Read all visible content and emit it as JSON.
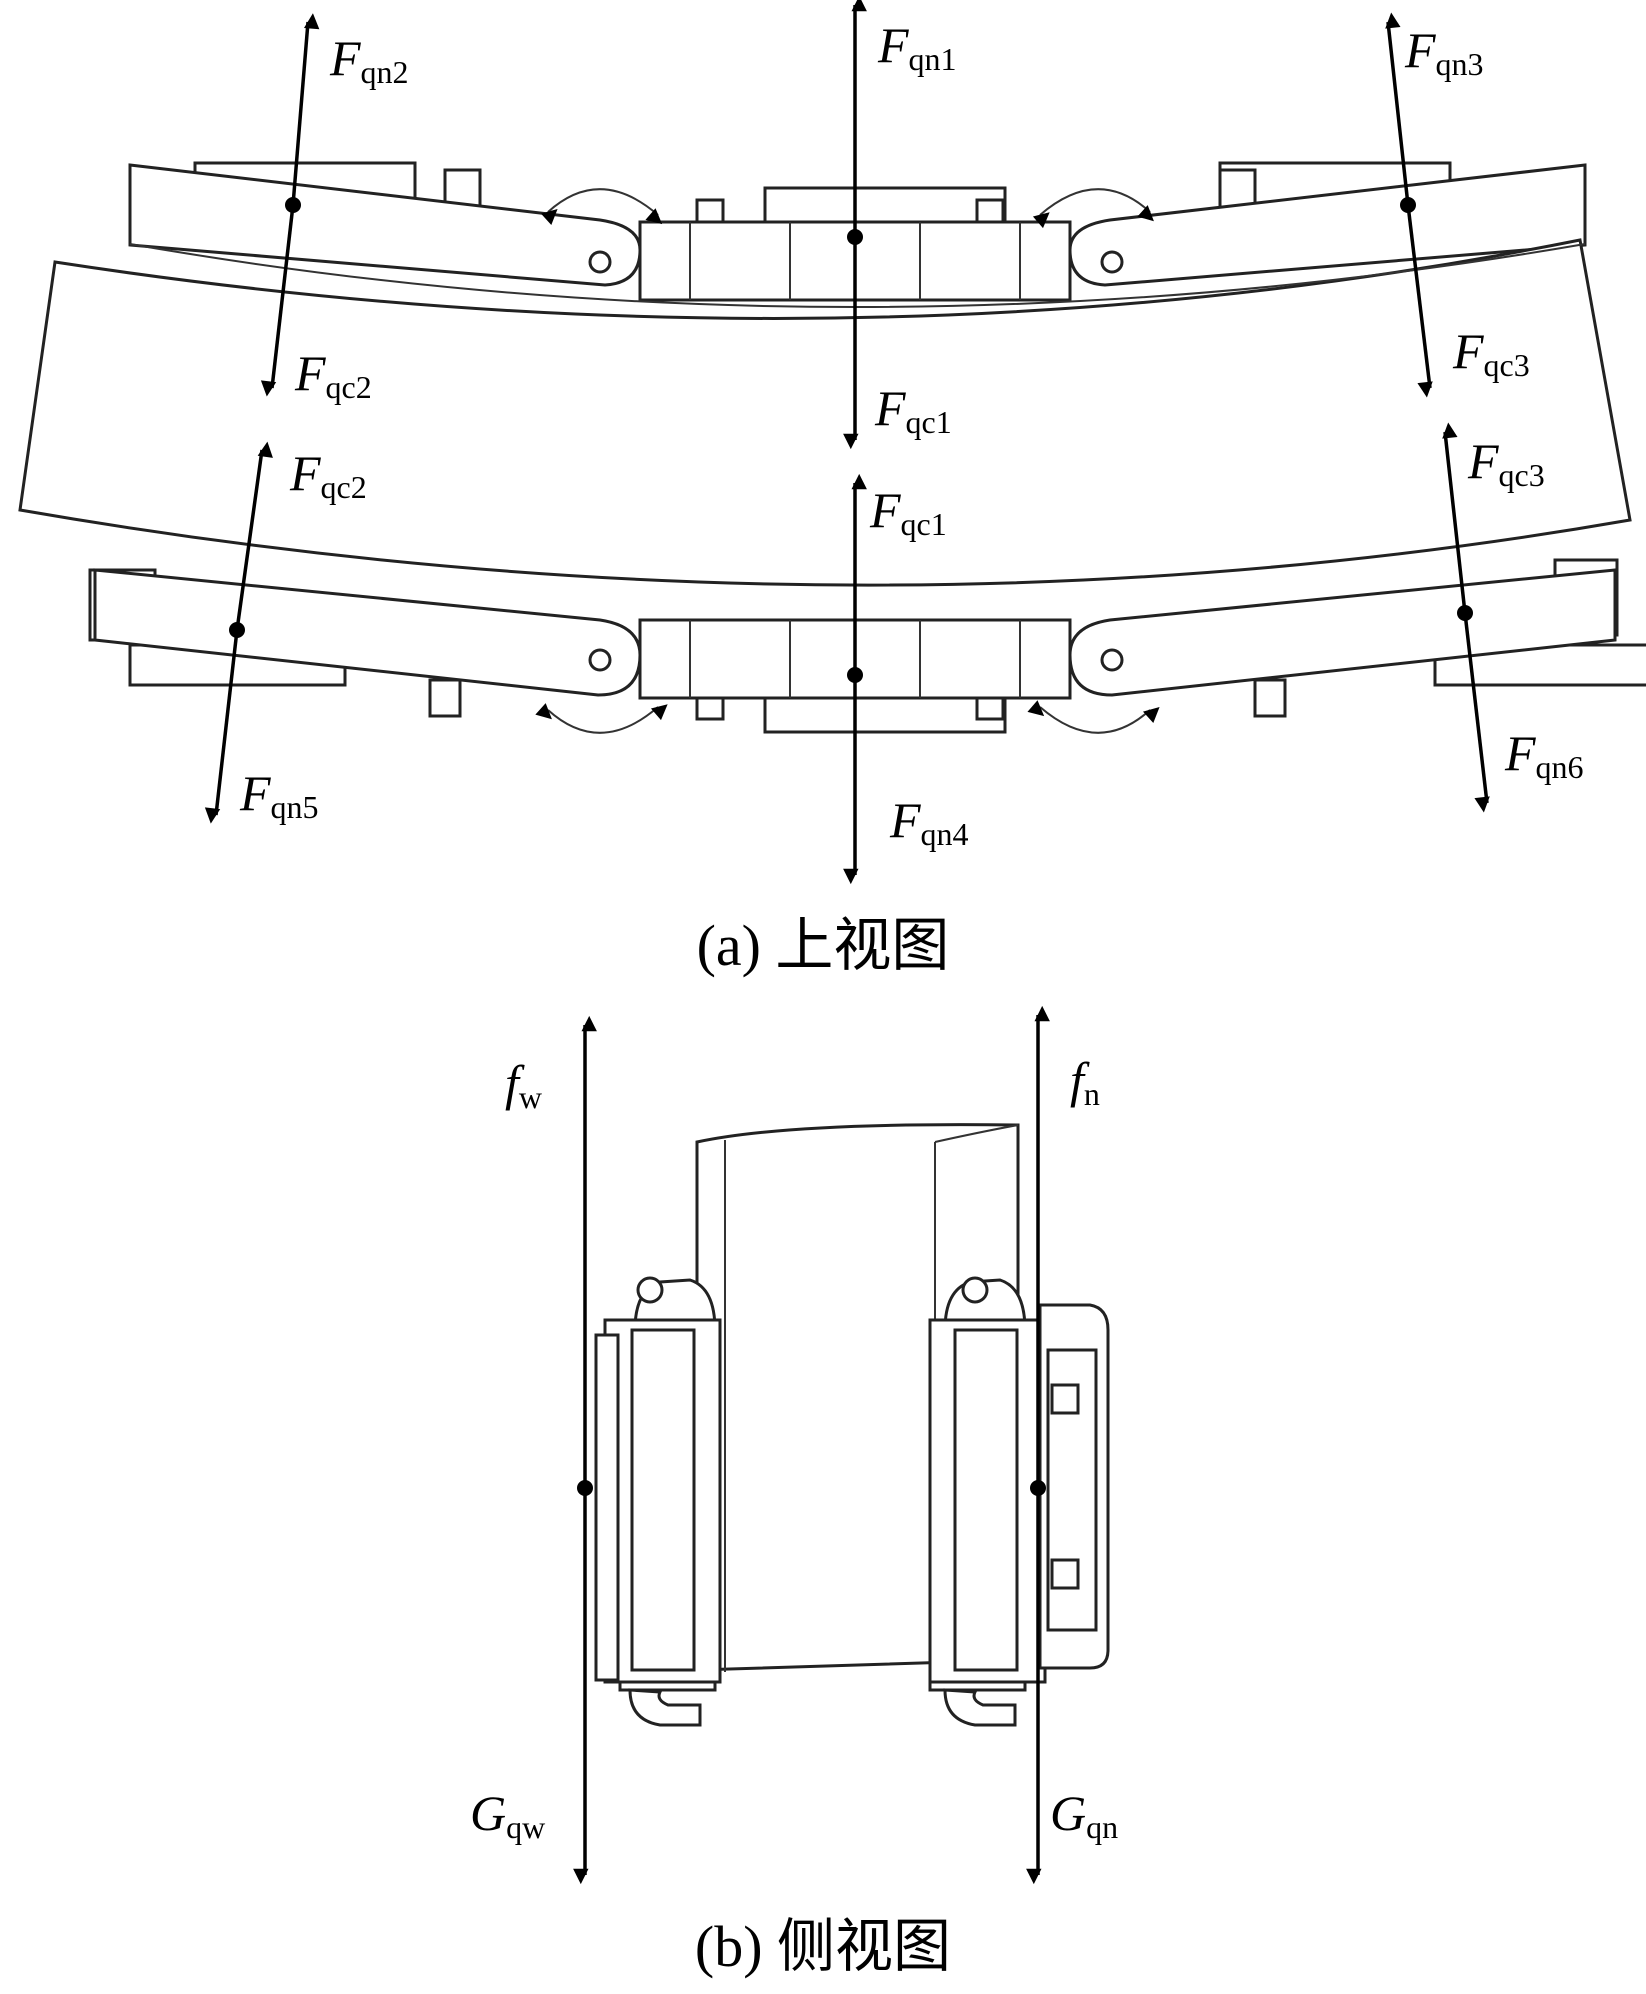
{
  "top_view": {
    "caption": "(a) 上视图",
    "forces": [
      {
        "id": "fqn2",
        "main": "F",
        "sub": "qn2"
      },
      {
        "id": "fqn1",
        "main": "F",
        "sub": "qn1"
      },
      {
        "id": "fqn3",
        "main": "F",
        "sub": "qn3"
      },
      {
        "id": "fqc2_upper",
        "main": "F",
        "sub": "qc2"
      },
      {
        "id": "fqc1_upper",
        "main": "F",
        "sub": "qc1"
      },
      {
        "id": "fqc3_upper",
        "main": "F",
        "sub": "qc3"
      },
      {
        "id": "fqc2_lower",
        "main": "F",
        "sub": "qc2"
      },
      {
        "id": "fqc1_lower",
        "main": "F",
        "sub": "qc1"
      },
      {
        "id": "fqc3_lower",
        "main": "F",
        "sub": "qc3"
      },
      {
        "id": "fqn5",
        "main": "F",
        "sub": "qn5"
      },
      {
        "id": "fqn4",
        "main": "F",
        "sub": "qn4"
      },
      {
        "id": "fqn6",
        "main": "F",
        "sub": "qn6"
      }
    ]
  },
  "side_view": {
    "caption": "(b) 侧视图",
    "forces": [
      {
        "id": "fw",
        "main": "f",
        "sub": "w"
      },
      {
        "id": "fn",
        "main": "f",
        "sub": "n"
      },
      {
        "id": "gqw",
        "main": "G",
        "sub": "qw"
      },
      {
        "id": "gqn",
        "main": "G",
        "sub": "qn"
      }
    ]
  }
}
